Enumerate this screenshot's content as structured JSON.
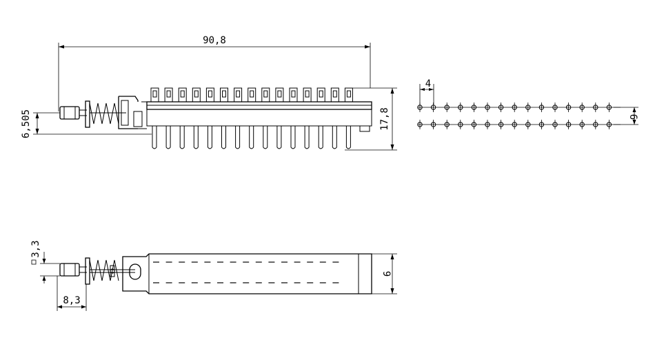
{
  "dimensions": {
    "overall_length": "90,8",
    "height": "17,8",
    "offset_height": "6,505",
    "pin_pitch": "4",
    "row_spacing": "6",
    "actuator_width": "3,3",
    "actuator_length": "8,3",
    "body_width": "9"
  },
  "counts": {
    "contacts_per_row": 15,
    "pin_columns": 15
  }
}
